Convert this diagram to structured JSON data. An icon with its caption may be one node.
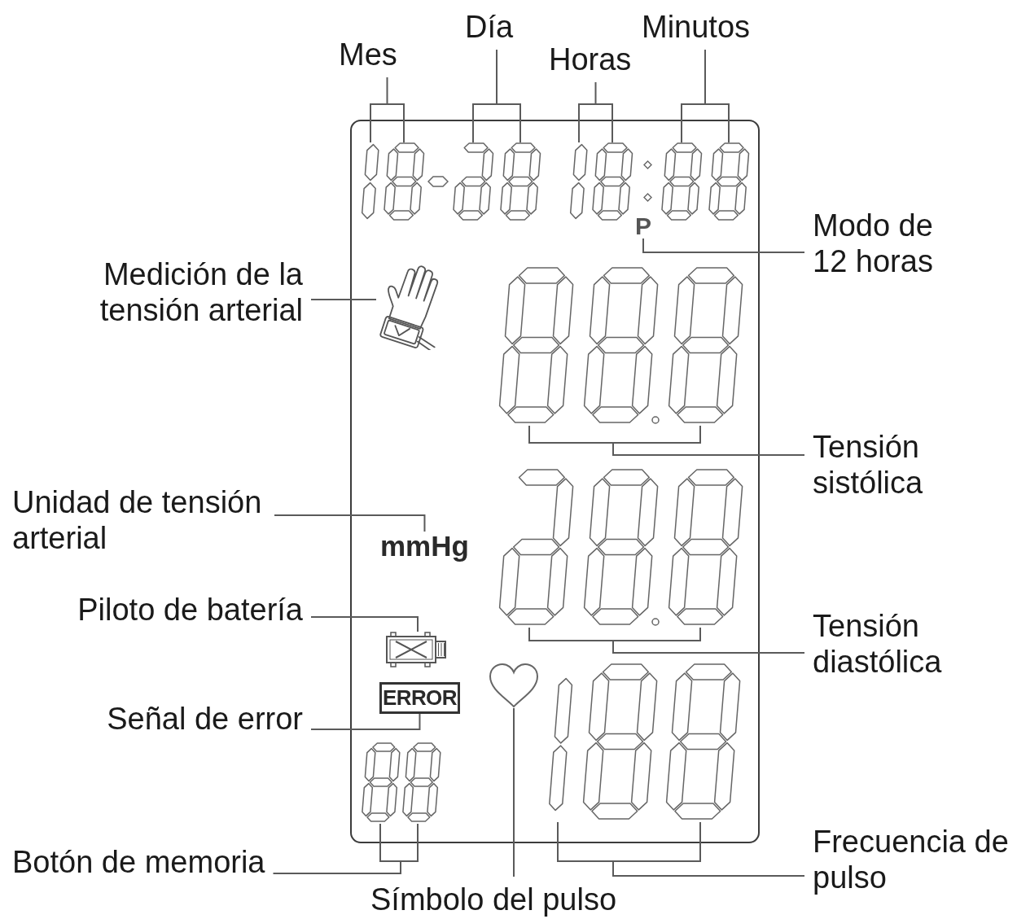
{
  "diagram": {
    "nodes": [
      {
        "text": [
          "Mes"
        ]
      },
      {
        "text": [
          "Día"
        ]
      },
      {
        "text": [
          "Horas"
        ]
      },
      {
        "text": [
          "Minutos"
        ]
      },
      {
        "text": [],
        "shape": "box"
      },
      {
        "text": [],
        "shape": "picture",
        "in": 4
      },
      {
        "text": [],
        "shape": "picture",
        "in": 4
      },
      {
        "text": [],
        "shape": "picture",
        "in": 4
      },
      {
        "text": [],
        "shape": "picture",
        "in": 4
      },
      {
        "text": [
          "P"
        ],
        "in": 4
      },
      {
        "text": [
          "Modo de 12 horas"
        ]
      },
      {
        "text": [
          "Medición de la tensión arterial"
        ]
      },
      {
        "text": [],
        "shape": "picture",
        "in": 4
      },
      {
        "text": [],
        "shape": "picture",
        "in": 4
      },
      {
        "text": [
          "Tensión sistólica"
        ]
      },
      {
        "text": [
          "Unidad de tensión arterial"
        ]
      },
      {
        "text": [
          "mmHg"
        ],
        "in": 4
      },
      {
        "text": [],
        "shape": "picture",
        "in": 4
      },
      {
        "text": [
          "Piloto de batería"
        ]
      },
      {
        "text": [],
        "shape": "picture",
        "in": 4
      },
      {
        "text": [
          "Tensión diastólica"
        ]
      },
      {
        "text": [],
        "shape": "heart",
        "in": 4
      },
      {
        "text": [
          "ERROR"
        ],
        "in": 4
      },
      {
        "text": [
          "Señal de error"
        ]
      },
      {
        "text": [],
        "shape": "picture",
        "in": 4
      },
      {
        "text": [],
        "shape": "picture",
        "in": 4
      },
      {
        "text": [
          "Botón de memoria"
        ]
      },
      {
        "text": [
          "Frecuencia de pulso"
        ]
      },
      {
        "text": [
          "Símbolo del pulso"
        ]
      }
    ],
    "edges": [
      {
        "from": 0,
        "to": 5,
        "arrow": "none"
      },
      {
        "from": 1,
        "to": 6,
        "arrow": "none"
      },
      {
        "from": 2,
        "to": 7,
        "arrow": "none"
      },
      {
        "from": 3,
        "to": 8,
        "arrow": "none"
      },
      {
        "from": 10,
        "to": 9,
        "arrow": "none"
      },
      {
        "from": 11,
        "to": 12,
        "arrow": "none"
      },
      {
        "from": 14,
        "to": 13,
        "arrow": "none"
      },
      {
        "from": 15,
        "to": 16,
        "arrow": "none"
      },
      {
        "from": 18,
        "to": 19,
        "arrow": "none"
      },
      {
        "from": 20,
        "to": 17,
        "arrow": "none"
      },
      {
        "from": 23,
        "to": 22,
        "arrow": "none"
      },
      {
        "from": 26,
        "to": 25,
        "arrow": "none"
      },
      {
        "from": 28,
        "to": 21,
        "arrow": "none"
      },
      {
        "from": 27,
        "to": 24,
        "arrow": "none"
      }
    ]
  }
}
